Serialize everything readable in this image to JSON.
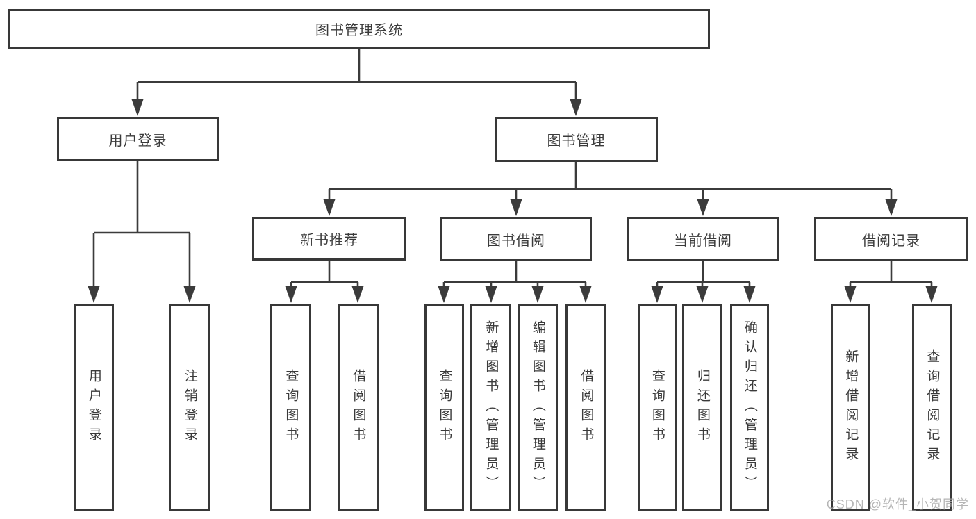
{
  "diagram": {
    "type": "tree",
    "root": {
      "label": "图书管理系统"
    },
    "level1": {
      "user_login": {
        "label": "用户登录"
      },
      "book_management": {
        "label": "图书管理"
      }
    },
    "level2": {
      "new_book": {
        "label": "新书推荐"
      },
      "borrow": {
        "label": "图书借阅"
      },
      "current": {
        "label": "当前借阅"
      },
      "records": {
        "label": "借阅记录"
      }
    },
    "leaves": {
      "user_login": {
        "label": "用户登录"
      },
      "logout": {
        "label": "注销登录"
      },
      "nb_query": {
        "label": "查询图书"
      },
      "nb_borrow": {
        "label": "借阅图书"
      },
      "bb_query": {
        "label": "查询图书"
      },
      "bb_add": {
        "label": "新增图书（管理员）"
      },
      "bb_edit": {
        "label": "编辑图书（管理员）"
      },
      "bb_borrow": {
        "label": "借阅图书"
      },
      "cb_query": {
        "label": "查询图书"
      },
      "cb_return": {
        "label": "归还图书"
      },
      "cb_confirm": {
        "label": "确认归还（管理员）"
      },
      "br_add": {
        "label": "新增借阅记录"
      },
      "br_query": {
        "label": "查询借阅记录"
      }
    },
    "edges": [
      [
        "图书管理系统",
        "用户登录"
      ],
      [
        "图书管理系统",
        "图书管理"
      ],
      [
        "用户登录",
        "用户登录"
      ],
      [
        "用户登录",
        "注销登录"
      ],
      [
        "图书管理",
        "新书推荐"
      ],
      [
        "图书管理",
        "图书借阅"
      ],
      [
        "图书管理",
        "当前借阅"
      ],
      [
        "图书管理",
        "借阅记录"
      ],
      [
        "新书推荐",
        "查询图书"
      ],
      [
        "新书推荐",
        "借阅图书"
      ],
      [
        "图书借阅",
        "查询图书"
      ],
      [
        "图书借阅",
        "新增图书（管理员）"
      ],
      [
        "图书借阅",
        "编辑图书（管理员）"
      ],
      [
        "图书借阅",
        "借阅图书"
      ],
      [
        "当前借阅",
        "查询图书"
      ],
      [
        "当前借阅",
        "归还图书"
      ],
      [
        "当前借阅",
        "确认归还（管理员）"
      ],
      [
        "借阅记录",
        "新增借阅记录"
      ],
      [
        "借阅记录",
        "查询借阅记录"
      ]
    ]
  },
  "watermark": {
    "text": "CSDN @软件_小贺同学"
  },
  "colors": {
    "line": "#3b3b3b",
    "box_border": "#383838",
    "text": "#3a3a3a",
    "watermark": "#a8a8a8",
    "background": "#ffffff"
  }
}
